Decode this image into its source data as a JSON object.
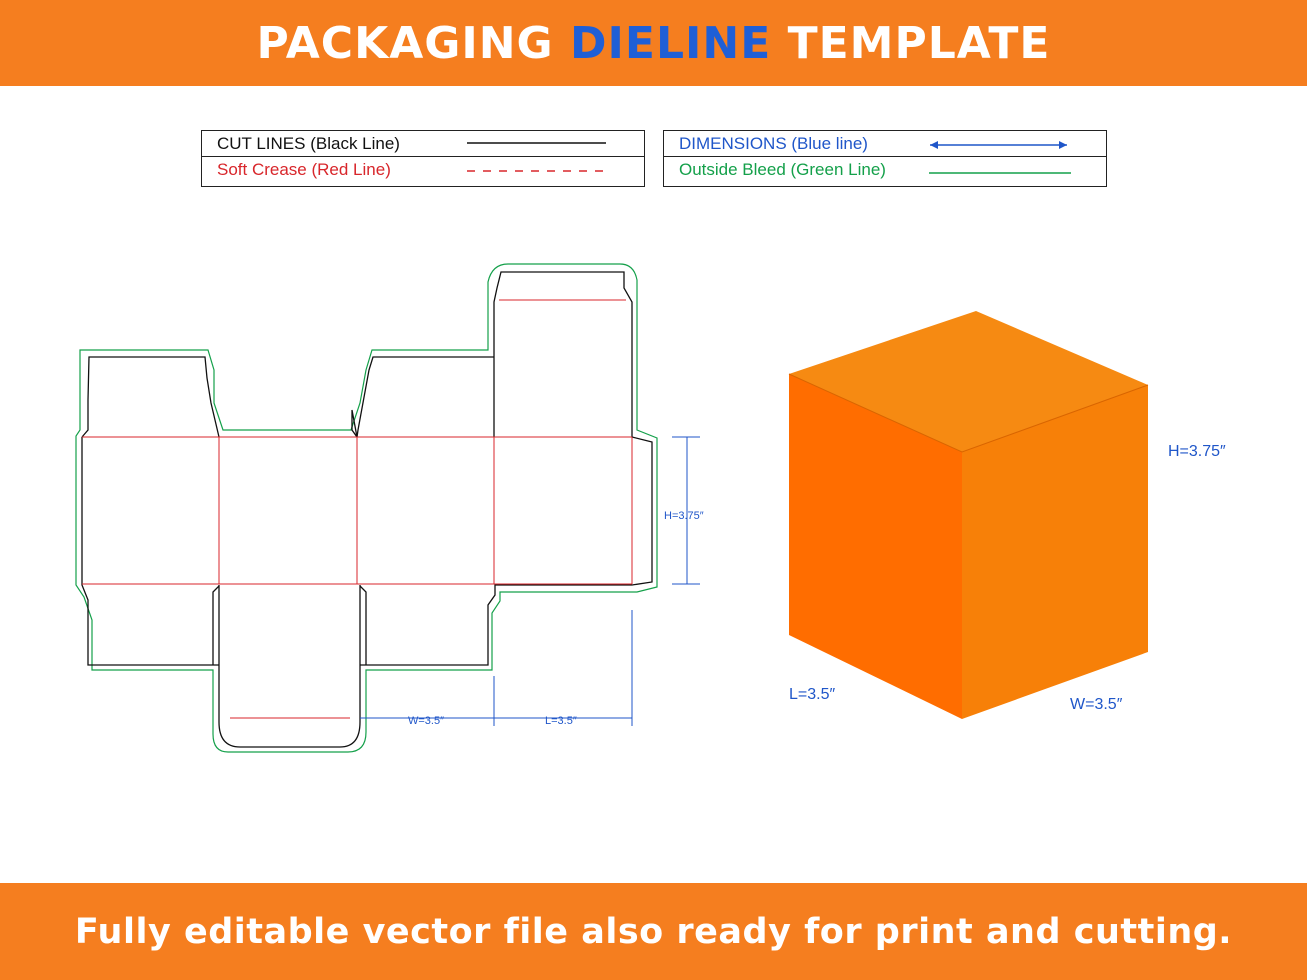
{
  "header": {
    "title_part1": "PACKAGING",
    "title_part2": "DIELINE",
    "title_part3": "TEMPLATE"
  },
  "legend": {
    "cut_lines": "CUT LINES (Black Line)",
    "soft_crease": "Soft Crease (Red Line)",
    "dimensions": "DIMENSIONS (Blue line)",
    "outside_bleed": "Outside Bleed (Green Line)"
  },
  "dieline": {
    "height_label": "H=3.75″",
    "width_label": "W=3.5″",
    "length_label": "L=3.5″"
  },
  "box3d": {
    "height_label": "H=3.75″",
    "length_label": "L=3.5″",
    "width_label": "W=3.5″"
  },
  "footer": {
    "text": "Fully editable vector file also ready for print and cutting."
  },
  "colors": {
    "banner": "#f57e1f",
    "accent_blue": "#1f5fd6",
    "cut": "#111111",
    "crease": "#d8262b",
    "dimension": "#1f56c9",
    "bleed": "#14a04a"
  }
}
